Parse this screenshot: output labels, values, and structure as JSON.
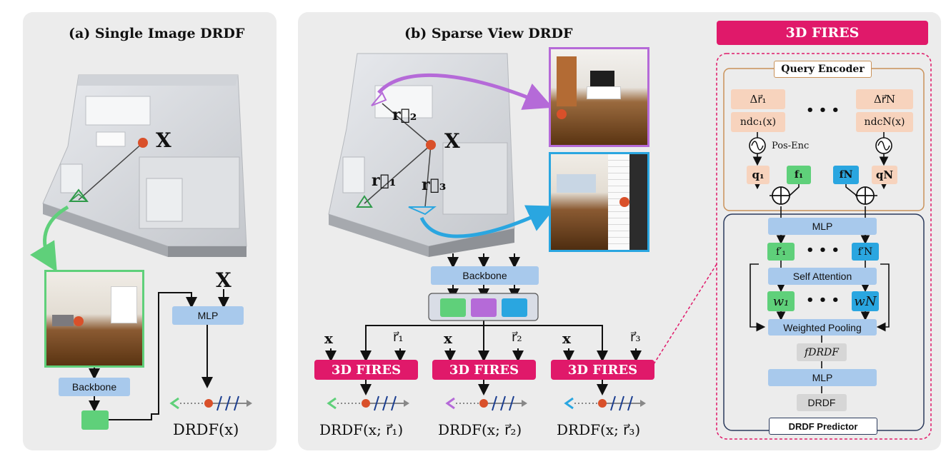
{
  "panel_a": {
    "title": "(a) Single Image DRDF",
    "scene_point_label": "X",
    "mlp_input_label": "X",
    "mlp_label": "MLP",
    "backbone_label": "Backbone",
    "output_label": "DRDF(x)"
  },
  "panel_b": {
    "title": "(b) Sparse View DRDF",
    "scene_point_label": "X",
    "ray_labels": [
      "r⃗₂",
      "r⃗₁",
      "r⃗₃"
    ],
    "backbone_label": "Backbone",
    "fires_label": "3D FIRES",
    "inputs": [
      {
        "x": "x",
        "r": "r⃗₁",
        "output": "DRDF(x; r⃗₁)"
      },
      {
        "x": "x",
        "r": "r⃗₂",
        "output": "DRDF(x; r⃗₂)"
      },
      {
        "x": "x",
        "r": "r⃗₃",
        "output": "DRDF(x; r⃗₃)"
      }
    ]
  },
  "panel_c": {
    "header": "3D FIRES",
    "query_encoder_label": "Query Encoder",
    "delta_r1": "Δr⃗₁",
    "delta_rN": "Δr⃗N",
    "ndc1": "ndc₁(x)",
    "ndcN": "ndcN(x)",
    "ellipsis": "• • •",
    "pos_enc_label": "Pos-Enc",
    "q1": "q₁",
    "qN": "qN",
    "f1": "f₁",
    "fN": "fN",
    "mlp_label": "MLP",
    "f1_prime": "f′₁",
    "fN_prime": "f′N",
    "self_attention_label": "Self Attention",
    "w1": "w₁",
    "wN": "wN",
    "weighted_pooling_label": "Weighted Pooling",
    "f_drdf": "fDRDF",
    "mlp2_label": "MLP",
    "drdf_label": "DRDF",
    "predictor_label": "DRDF Predictor"
  },
  "colors": {
    "fires": "#e0196a",
    "green": "#5fd07a",
    "purple": "#b56ad8",
    "blue": "#2aa6e0",
    "peach": "#f7d3bd",
    "light_blue": "#a8c9ec",
    "query_border": "#c9925a",
    "predictor_border": "#2b3a5c"
  }
}
